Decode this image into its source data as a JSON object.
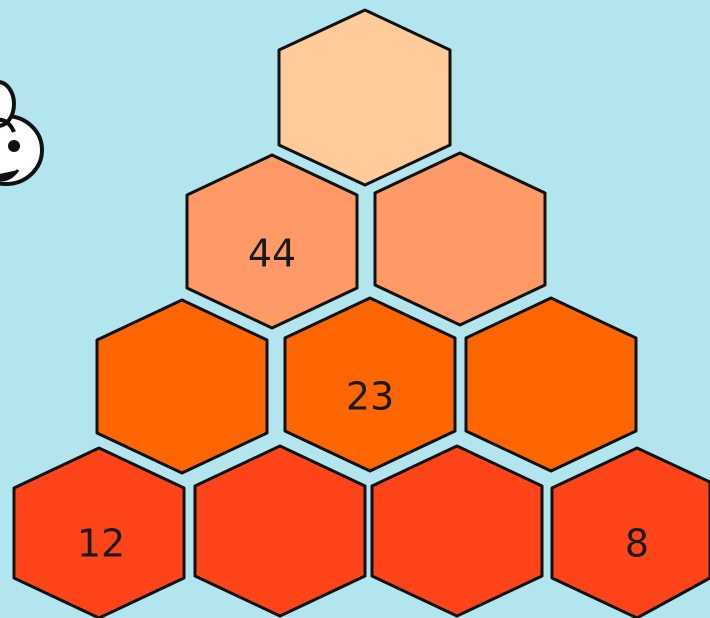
{
  "palette": {
    "background": "#b3e5ef",
    "row_1": "#ffcb9a",
    "row_2": "#ff9a66",
    "row_3": "#ff6600",
    "row_4": "#ff4419",
    "outline": "#111111"
  },
  "mascot": {
    "icon": "cartoon-character-icon"
  },
  "pyramid": {
    "rows": [
      {
        "cells": [
          {
            "value": ""
          }
        ]
      },
      {
        "cells": [
          {
            "value": "44"
          },
          {
            "value": ""
          }
        ]
      },
      {
        "cells": [
          {
            "value": ""
          },
          {
            "value": "23"
          },
          {
            "value": ""
          }
        ]
      },
      {
        "cells": [
          {
            "value": "12"
          },
          {
            "value": ""
          },
          {
            "value": ""
          },
          {
            "value": "8"
          }
        ]
      }
    ]
  }
}
